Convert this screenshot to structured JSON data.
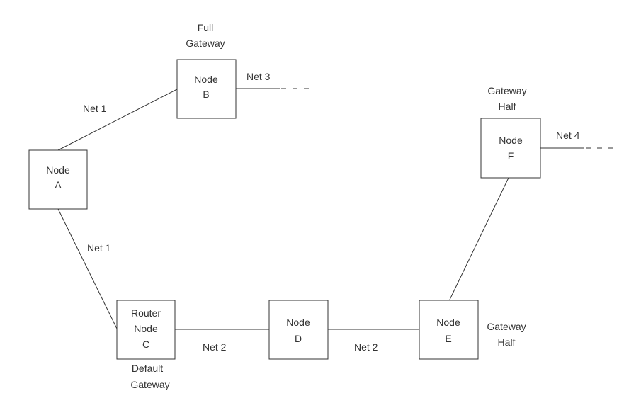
{
  "nodes": {
    "a": {
      "line1": "Node",
      "line2": "A"
    },
    "b": {
      "line1": "Node",
      "line2": "B"
    },
    "c": {
      "line1": "Router",
      "line2": "Node",
      "line3": "C"
    },
    "d": {
      "line1": "Node",
      "line2": "D"
    },
    "e": {
      "line1": "Node",
      "line2": "E"
    },
    "f": {
      "line1": "Node",
      "line2": "F"
    }
  },
  "annotations": {
    "b_role": {
      "line1": "Full",
      "line2": "Gateway"
    },
    "f_role": {
      "line1": "Gateway",
      "line2": "Half"
    },
    "e_role": {
      "line1": "Gateway",
      "line2": "Half"
    },
    "c_role": {
      "line1": "Default",
      "line2": "Gateway"
    }
  },
  "links": {
    "a_b": "Net 1",
    "a_c": "Net 1",
    "c_d": "Net 2",
    "d_e": "Net 2",
    "b_out": "Net 3",
    "f_out": "Net 4"
  }
}
